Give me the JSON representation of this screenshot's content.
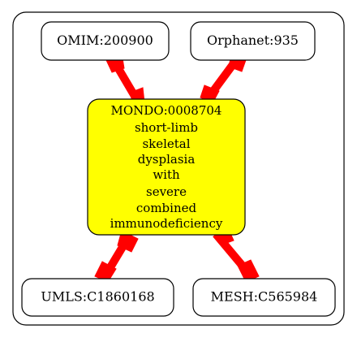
{
  "diagram": {
    "center_node": {
      "id": "MONDO:0008704",
      "label_lines": [
        "short-limb",
        "skeletal",
        "dysplasia",
        "with",
        "severe",
        "combined",
        "immunodeficiency"
      ],
      "fill_color": "#ffff00"
    },
    "nodes": {
      "omim": "OMIM:200900",
      "orphanet": "Orphanet:935",
      "umls": "UMLS:C1860168",
      "mesh": "MESH:C565984"
    },
    "edge_color": "#ff0000"
  }
}
